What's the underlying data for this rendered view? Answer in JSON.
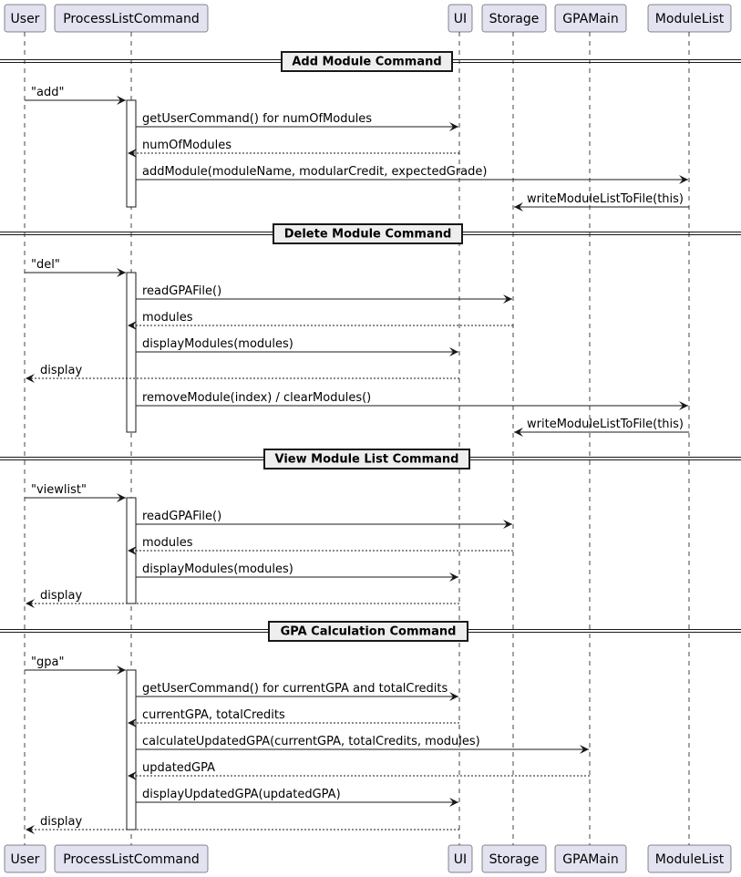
{
  "participants": [
    {
      "id": "user",
      "label": "User"
    },
    {
      "id": "plc",
      "label": "ProcessListCommand"
    },
    {
      "id": "ui",
      "label": "UI"
    },
    {
      "id": "storage",
      "label": "Storage"
    },
    {
      "id": "gpamain",
      "label": "GPAMain"
    },
    {
      "id": "modulelist",
      "label": "ModuleList"
    }
  ],
  "sections": [
    {
      "label": "Add Module Command"
    },
    {
      "label": "Delete Module Command"
    },
    {
      "label": "View Module List Command"
    },
    {
      "label": "GPA Calculation Command"
    }
  ],
  "messages": [
    {
      "section": 0,
      "from": "user",
      "to": "plc",
      "label": "\"add\"",
      "style": "solid"
    },
    {
      "section": 0,
      "from": "plc",
      "to": "ui",
      "label": "getUserCommand() for numOfModules",
      "style": "solid"
    },
    {
      "section": 0,
      "from": "ui",
      "to": "plc",
      "label": "numOfModules",
      "style": "dashed"
    },
    {
      "section": 0,
      "from": "plc",
      "to": "modulelist",
      "label": "addModule(moduleName, modularCredit, expectedGrade)",
      "style": "solid"
    },
    {
      "section": 0,
      "from": "modulelist",
      "to": "storage",
      "label": "writeModuleListToFile(this)",
      "style": "solid"
    },
    {
      "section": 1,
      "from": "user",
      "to": "plc",
      "label": "\"del\"",
      "style": "solid"
    },
    {
      "section": 1,
      "from": "plc",
      "to": "storage",
      "label": "readGPAFile()",
      "style": "solid"
    },
    {
      "section": 1,
      "from": "storage",
      "to": "plc",
      "label": "modules",
      "style": "dashed"
    },
    {
      "section": 1,
      "from": "plc",
      "to": "ui",
      "label": "displayModules(modules)",
      "style": "solid"
    },
    {
      "section": 1,
      "from": "ui",
      "to": "user",
      "label": "display",
      "style": "dashed"
    },
    {
      "section": 1,
      "from": "plc",
      "to": "modulelist",
      "label": "removeModule(index) / clearModules()",
      "style": "solid"
    },
    {
      "section": 1,
      "from": "modulelist",
      "to": "storage",
      "label": "writeModuleListToFile(this)",
      "style": "solid"
    },
    {
      "section": 2,
      "from": "user",
      "to": "plc",
      "label": "\"viewlist\"",
      "style": "solid"
    },
    {
      "section": 2,
      "from": "plc",
      "to": "storage",
      "label": "readGPAFile()",
      "style": "solid"
    },
    {
      "section": 2,
      "from": "storage",
      "to": "plc",
      "label": "modules",
      "style": "dashed"
    },
    {
      "section": 2,
      "from": "plc",
      "to": "ui",
      "label": "displayModules(modules)",
      "style": "solid"
    },
    {
      "section": 2,
      "from": "ui",
      "to": "user",
      "label": "display",
      "style": "dashed"
    },
    {
      "section": 3,
      "from": "user",
      "to": "plc",
      "label": "\"gpa\"",
      "style": "solid"
    },
    {
      "section": 3,
      "from": "plc",
      "to": "ui",
      "label": "getUserCommand() for currentGPA and totalCredits",
      "style": "solid"
    },
    {
      "section": 3,
      "from": "ui",
      "to": "plc",
      "label": "currentGPA, totalCredits",
      "style": "dashed"
    },
    {
      "section": 3,
      "from": "plc",
      "to": "gpamain",
      "label": "calculateUpdatedGPA(currentGPA, totalCredits, modules)",
      "style": "solid"
    },
    {
      "section": 3,
      "from": "gpamain",
      "to": "plc",
      "label": "updatedGPA",
      "style": "dashed"
    },
    {
      "section": 3,
      "from": "plc",
      "to": "ui",
      "label": "displayUpdatedGPA(updatedGPA)",
      "style": "solid"
    },
    {
      "section": 3,
      "from": "ui",
      "to": "user",
      "label": "display",
      "style": "dashed"
    }
  ],
  "colors": {
    "participant_fill": "#E2E2F0",
    "participant_border": "#181818",
    "lifeline": "#181818",
    "activation_fill": "#FFFFFF",
    "section_fill": "#EEEEEE",
    "arrow": "#181818",
    "text": "#000000"
  }
}
